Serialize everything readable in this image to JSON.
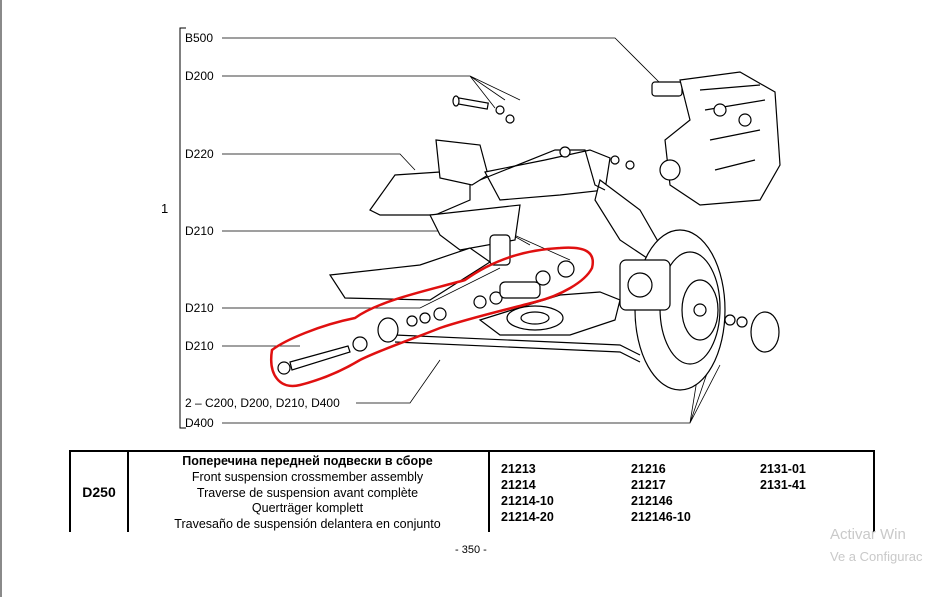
{
  "figure_number": "1",
  "callouts": [
    "B500",
    "D200",
    "D220",
    "D210",
    "D210",
    "D210",
    "2 – C200, D200, D210, D400",
    "D400"
  ],
  "group_code": "D250",
  "descriptions": [
    "Поперечина передней подвески в сборе",
    "Front suspension crossmember assembly",
    "Traverse de suspension avant complète",
    "Querträger komplett",
    "Travesaño de suspensión delantera en conjunto"
  ],
  "models": [
    "21213",
    "21214",
    "21214-10",
    "21214-20",
    "21216",
    "21217",
    "212146",
    "212146-10",
    "2131-01",
    "2131-41"
  ],
  "page_number": "- 350 -",
  "watermark": {
    "line1": "Activar Win",
    "line2": "Ve a Configurac"
  },
  "colors": {
    "highlight": "#e01010",
    "line": "#000000",
    "watermark": "#c9c9c9"
  }
}
